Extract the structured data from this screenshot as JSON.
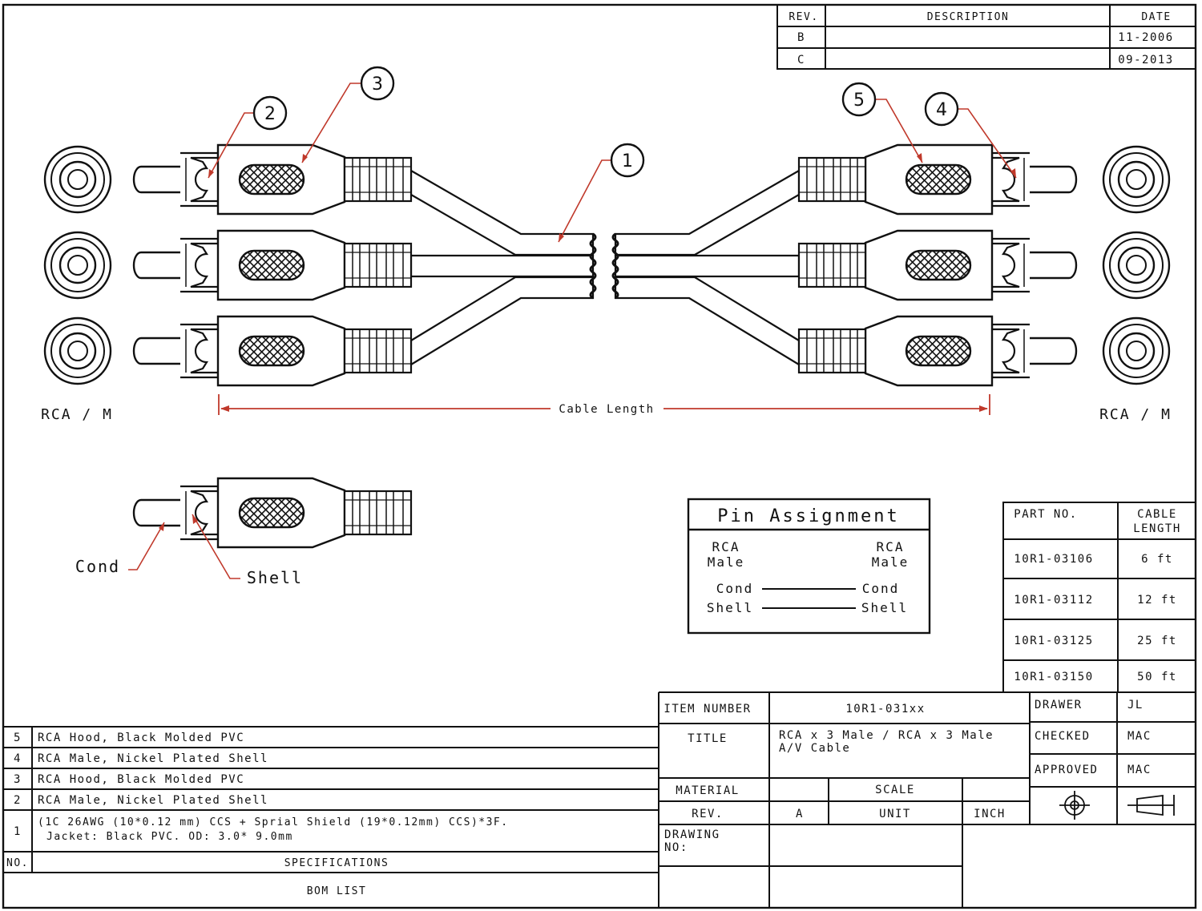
{
  "revision_block": {
    "headers": {
      "rev": "REV.",
      "description": "DESCRIPTION",
      "date": "DATE"
    },
    "rows": [
      {
        "rev": "B",
        "description": "",
        "date": "11-2006"
      },
      {
        "rev": "C",
        "description": "",
        "date": "09-2013"
      }
    ]
  },
  "diagram": {
    "connector_label_left": "RCA / M",
    "connector_label_right": "RCA / M",
    "cable_length_label": "Cable Length",
    "balloons": [
      "1",
      "2",
      "3",
      "4",
      "5"
    ],
    "detail_cond_label": "Cond",
    "detail_shell_label": "Shell",
    "colors": {
      "line": "#111111",
      "leader": "#c0392b"
    }
  },
  "pin_assignment": {
    "title": "Pin Assignment",
    "left_header": [
      "RCA",
      "Male"
    ],
    "right_header": [
      "RCA",
      "Male"
    ],
    "rows": [
      {
        "left": "Cond",
        "right": "Cond"
      },
      {
        "left": "Shell",
        "right": "Shell"
      }
    ]
  },
  "parts_table": {
    "headers": {
      "part_no": "PART NO.",
      "cable_length": [
        "CABLE",
        "LENGTH"
      ]
    },
    "rows": [
      {
        "part_no": "10R1-03106",
        "length": "6 ft"
      },
      {
        "part_no": "10R1-03112",
        "length": "12 ft"
      },
      {
        "part_no": "10R1-03125",
        "length": "25 ft"
      },
      {
        "part_no": "10R1-03150",
        "length": "50 ft"
      }
    ]
  },
  "bom": {
    "rows": [
      {
        "no": "5",
        "spec": [
          "RCA Hood, Black Molded PVC"
        ]
      },
      {
        "no": "4",
        "spec": [
          "RCA Male, Nickel Plated Shell"
        ]
      },
      {
        "no": "3",
        "spec": [
          "RCA Hood, Black Molded PVC"
        ]
      },
      {
        "no": "2",
        "spec": [
          "RCA Male, Nickel Plated Shell"
        ]
      },
      {
        "no": "1",
        "spec": [
          "(1C 26AWG (10*0.12 mm) CCS + Sprial Shield (19*0.12mm) CCS)*3F.",
          "Jacket: Black PVC. OD: 3.0* 9.0mm"
        ]
      }
    ],
    "header_no": "NO.",
    "header_spec": "SPECIFICATIONS",
    "footer": "BOM LIST"
  },
  "title_block": {
    "item_number_label": "ITEM NUMBER",
    "item_number": "10R1-031xx",
    "title_label": "TITLE",
    "title_lines": [
      "RCA x 3 Male / RCA x 3 Male",
      "A/V Cable"
    ],
    "material_label": "MATERIAL",
    "scale_label": "SCALE",
    "rev_label": "REV.",
    "rev_value": "A",
    "unit_label": "UNIT",
    "unit_value": "INCH",
    "drawing_no_label": [
      "DRAWING",
      "NO:"
    ],
    "drawer_label": "DRAWER",
    "drawer_value": "JL",
    "checked_label": "CHECKED",
    "checked_value": "MAC",
    "approved_label": "APPROVED",
    "approved_value": "MAC"
  }
}
